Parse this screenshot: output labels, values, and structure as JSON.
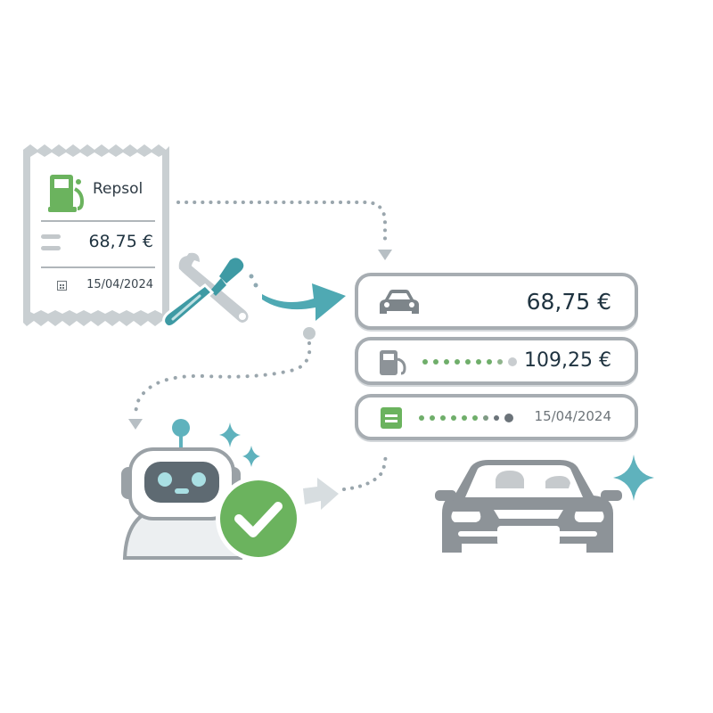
{
  "receipt": {
    "brand": "Repsol",
    "amount": "68,75 €",
    "date": "15/04/2024",
    "icons": [
      "fuel-pump-icon",
      "lines-icon",
      "calendar-icon"
    ]
  },
  "tools_icon": "wrench-screwdriver-icon",
  "cards": [
    {
      "icon": "car-icon",
      "value": "68,75 €"
    },
    {
      "icon": "fuel-pump-icon",
      "value": "109,25 €"
    },
    {
      "icon": "document-icon",
      "value": "15/04/2024"
    }
  ],
  "robot": {
    "icon": "robot-icon",
    "badge": "check-icon"
  },
  "car_illustration": "car-front-icon",
  "colors": {
    "accent_teal": "#4fa9b3",
    "green": "#6bb35e",
    "gray": "#8d9398",
    "text_dark": "#1f3340"
  }
}
